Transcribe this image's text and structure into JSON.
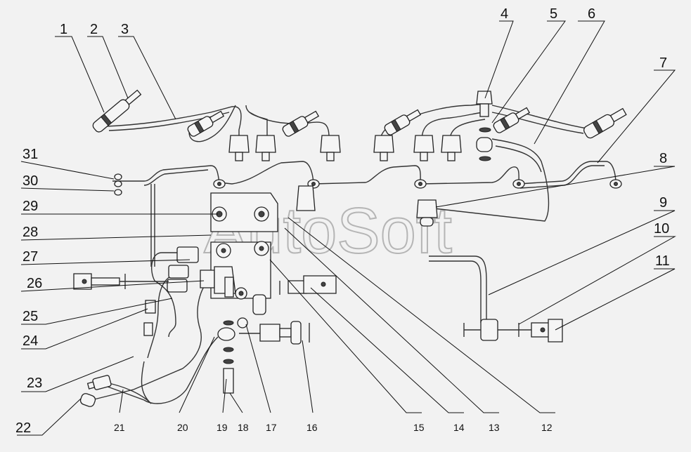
{
  "watermark": "AutoSoft",
  "callouts": [
    {
      "id": "1",
      "label": "1"
    },
    {
      "id": "2",
      "label": "2"
    },
    {
      "id": "3",
      "label": "3"
    },
    {
      "id": "4",
      "label": "4"
    },
    {
      "id": "5",
      "label": "5"
    },
    {
      "id": "6",
      "label": "6"
    },
    {
      "id": "7",
      "label": "7"
    },
    {
      "id": "8",
      "label": "8"
    },
    {
      "id": "9",
      "label": "9"
    },
    {
      "id": "10",
      "label": "10"
    },
    {
      "id": "11",
      "label": "11"
    },
    {
      "id": "12",
      "label": "12"
    },
    {
      "id": "13",
      "label": "13"
    },
    {
      "id": "14",
      "label": "14"
    },
    {
      "id": "15",
      "label": "15"
    },
    {
      "id": "16",
      "label": "16"
    },
    {
      "id": "17",
      "label": "17"
    },
    {
      "id": "18",
      "label": "18"
    },
    {
      "id": "19",
      "label": "19"
    },
    {
      "id": "20",
      "label": "20"
    },
    {
      "id": "21",
      "label": "21"
    },
    {
      "id": "22",
      "label": "22"
    },
    {
      "id": "23",
      "label": "23"
    },
    {
      "id": "24",
      "label": "24"
    },
    {
      "id": "25",
      "label": "25"
    },
    {
      "id": "26",
      "label": "26"
    },
    {
      "id": "27",
      "label": "27"
    },
    {
      "id": "28",
      "label": "28"
    },
    {
      "id": "29",
      "label": "29"
    },
    {
      "id": "30",
      "label": "30"
    },
    {
      "id": "31",
      "label": "31"
    }
  ]
}
